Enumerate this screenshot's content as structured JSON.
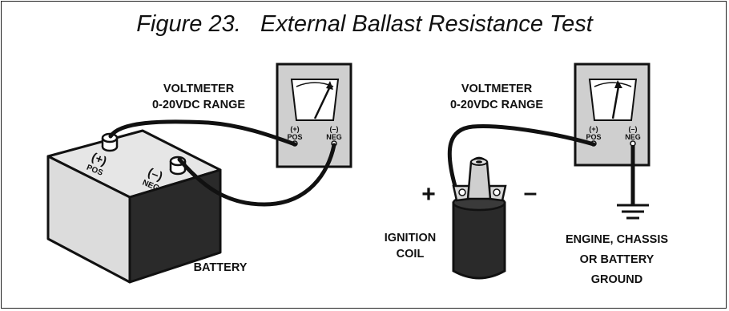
{
  "title": "Figure 23.   External Ballast Resistance Test",
  "left_meter": {
    "label_line1": "VOLTMETER",
    "label_line2": "0-20VDC RANGE",
    "pos_symbol": "(+)",
    "pos_label": "POS",
    "neg_symbol": "(–)",
    "neg_label": "NEG"
  },
  "right_meter": {
    "label_line1": "VOLTMETER",
    "label_line2": "0-20VDC RANGE",
    "pos_symbol": "(+)",
    "pos_label": "POS",
    "neg_symbol": "(–)",
    "neg_label": "NEG"
  },
  "battery": {
    "label": "BATTERY",
    "pos_symbol": "(+)",
    "pos_label": "POS",
    "neg_symbol": "(–)",
    "neg_label": "NEG"
  },
  "coil": {
    "label_line1": "IGNITION",
    "label_line2": "COIL",
    "plus_sign": "+",
    "minus_sign": "–"
  },
  "ground": {
    "line1": "ENGINE, CHASSIS",
    "line2": "OR BATTERY",
    "line3": "GROUND"
  }
}
